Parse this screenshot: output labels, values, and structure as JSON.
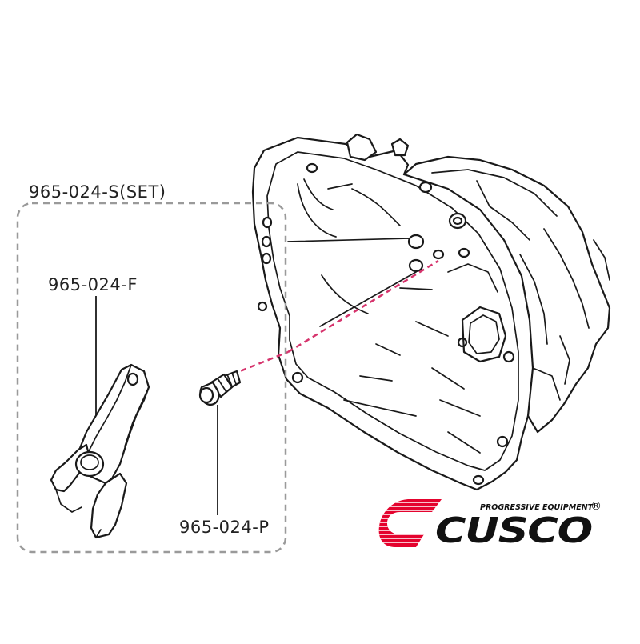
{
  "labels": {
    "set": "965-024-S(SET)",
    "fork": "965-024-F",
    "pivot": "965-024-P"
  },
  "logo": {
    "tagline": "PROGRESSIVE EQUIPMENT",
    "registered": "®",
    "brand": "CUSCO"
  },
  "colors": {
    "line": "#1a1a1a",
    "set_box": "#9a9a9a",
    "install_line": "#d6336c",
    "logo_red": "#e4032e",
    "logo_black": "#111111"
  },
  "icons": [
    "transmission-housing",
    "release-fork",
    "pivot-ball-stud",
    "cusco-logo-mark"
  ]
}
